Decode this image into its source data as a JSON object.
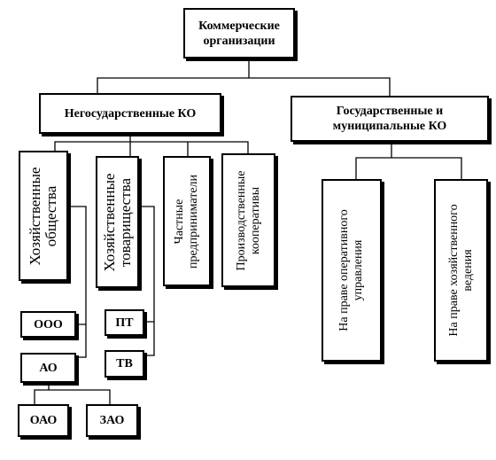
{
  "root": {
    "line1": "Коммерческие",
    "line2": "организации"
  },
  "non_state": {
    "label": "Негосударственные КО"
  },
  "state": {
    "line1": "Государственные и",
    "line2": "муниципальные КО"
  },
  "business_companies": {
    "line1": "Хозяйственные",
    "line2": "общества"
  },
  "business_partnerships": {
    "line1": "Хозяйственные",
    "line2": "товарищества"
  },
  "private_entrepreneurs": {
    "line1": "Частные",
    "line2": "предприниматели"
  },
  "production_coops": {
    "line1": "Производственные",
    "line2": "кооперативы"
  },
  "operative_management": {
    "line1": "На праве оперативного",
    "line2": "управления"
  },
  "economic_management": {
    "line1": "На праве хозяйственного",
    "line2": "ведения"
  },
  "leaves": {
    "ooo": "ООО",
    "ao": "АО",
    "oao": "ОАО",
    "zao": "ЗАО",
    "pt": "ПТ",
    "tv": "ТВ"
  }
}
